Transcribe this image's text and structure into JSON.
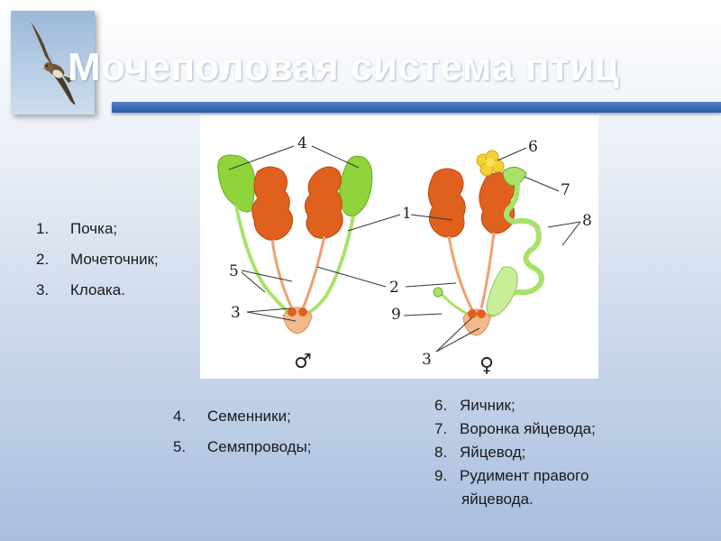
{
  "slide": {
    "title": "Мочеполовая система птиц"
  },
  "photo": {
    "icon": "bird-of-prey-photo"
  },
  "diagram": {
    "labels": {
      "n1": "1",
      "n2": "2",
      "n3_male": "3",
      "n3_female": "3",
      "n4": "4",
      "n5": "5",
      "n6": "6",
      "n7": "7",
      "n8": "8",
      "n9": "9"
    },
    "male_symbol": "♂",
    "female_symbol": "♀"
  },
  "legend_left": [
    {
      "num": "1.",
      "text": "Почка;"
    },
    {
      "num": "2.",
      "text": "Мочеточник;"
    },
    {
      "num": "3.",
      "text": "Клоака."
    }
  ],
  "legend_male": [
    {
      "num": "4.",
      "text": "Семенники;"
    },
    {
      "num": "5.",
      "text": "Семяпроводы;"
    }
  ],
  "legend_female": [
    {
      "num": "6.",
      "text": "Яичник;"
    },
    {
      "num": "7.",
      "text": "Воронка яйцевода;"
    },
    {
      "num": "8.",
      "text": "Яйцевод;"
    },
    {
      "num": "9.",
      "text": "Рудимент правого"
    }
  ],
  "legend_female_cont": "яйцевода.",
  "colors": {
    "kidney": "#e0601e",
    "testis": "#8fd43a",
    "duct_green": "#a9e26b",
    "ureter": "#f0a070",
    "ovary": "#f2d232",
    "title_bar": "#2c5ca8"
  }
}
